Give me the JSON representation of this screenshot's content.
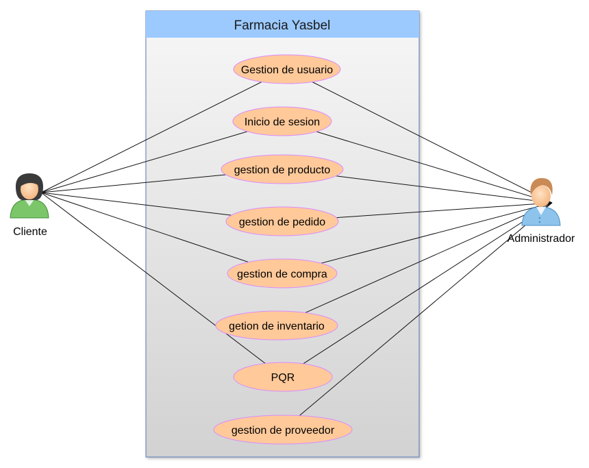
{
  "system": {
    "title": "Farmacia Yasbel"
  },
  "actors": {
    "cliente": {
      "label": "Cliente",
      "icon": "female-user-icon",
      "shirt_color": "#7cc66a",
      "hair_color": "#3a3a3a"
    },
    "administrador": {
      "label": "Administrador",
      "icon": "male-user-icon",
      "shirt_color": "#8ec4ec",
      "hair_color": "#c98a55"
    }
  },
  "use_cases": [
    {
      "id": "gestion-usuario",
      "label": "Gestion de usuario"
    },
    {
      "id": "inicio-sesion",
      "label": "Inicio de sesion"
    },
    {
      "id": "gestion-producto",
      "label": "gestion de producto"
    },
    {
      "id": "gestion-pedido",
      "label": "gestion de pedido"
    },
    {
      "id": "gestion-compra",
      "label": "gestion de compra"
    },
    {
      "id": "gestion-inventario",
      "label": "getion de inventario"
    },
    {
      "id": "pqr",
      "label": "PQR"
    },
    {
      "id": "gestion-proveedor",
      "label": "gestion de proveedor"
    }
  ],
  "associations": {
    "cliente": [
      "gestion-usuario",
      "inicio-sesion",
      "gestion-producto",
      "gestion-pedido",
      "gestion-compra",
      "pqr"
    ],
    "administrador": [
      "gestion-usuario",
      "inicio-sesion",
      "gestion-producto",
      "gestion-pedido",
      "gestion-compra",
      "gestion-inventario",
      "pqr",
      "gestion-proveedor"
    ]
  },
  "colors": {
    "use_case_fill": "#ffc99a",
    "use_case_stroke": "#d98bff",
    "system_header": "#9ccaff",
    "system_border": "#5a79b8"
  }
}
